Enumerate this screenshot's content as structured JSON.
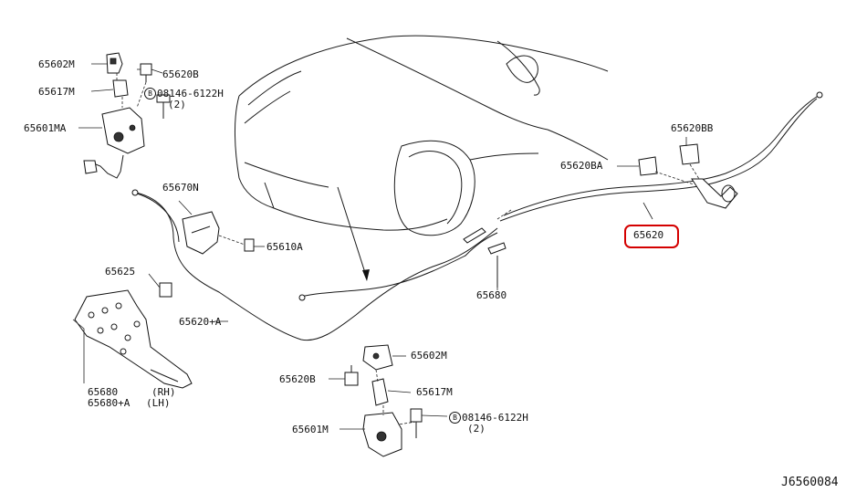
{
  "diagram_code": "J6560084",
  "labels": {
    "l_65602M_top": "65602M",
    "l_65620B_top": "65620B",
    "l_65617M_top": "65617M",
    "l_08146_top": "08146-6122H",
    "l_08146_top_qty": "(2)",
    "l_65601MA": "65601MA",
    "l_65670N": "65670N",
    "l_65610A": "65610A",
    "l_65625": "65625",
    "l_65620A": "65620+A",
    "l_65680_left": "65680",
    "l_65680_rh": "(RH)",
    "l_65680A_left": "65680+A",
    "l_65680A_lh": "(LH)",
    "l_65680_mid": "65680",
    "l_65620BB": "65620BB",
    "l_65620BA": "65620BA",
    "l_65620": "65620",
    "l_65602M_bot": "65602M",
    "l_65620B_bot": "65620B",
    "l_65617M_bot": "65617M",
    "l_65601M": "65601M",
    "l_08146_bot": "08146-6122H",
    "l_08146_bot_qty": "(2)"
  },
  "bolt_marker": "B",
  "highlight_color": "#d40000"
}
